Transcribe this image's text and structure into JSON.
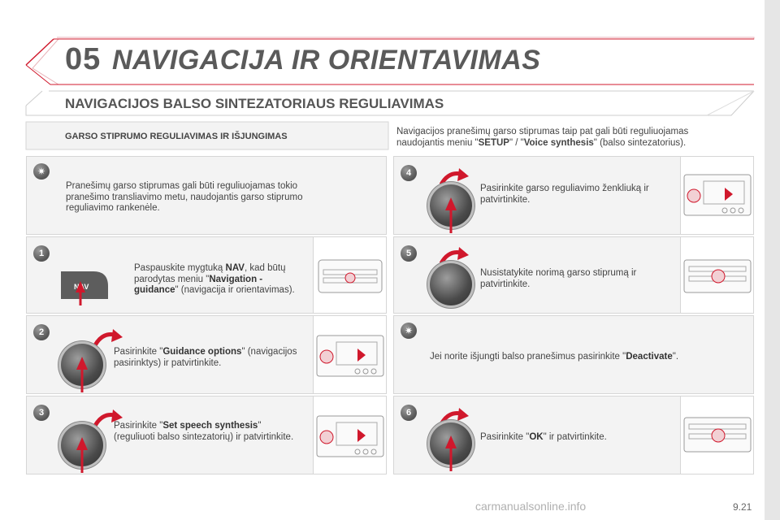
{
  "header": {
    "chapter_number": "05",
    "chapter_title": "NAVIGACIJA IR ORIENTAVIMAS",
    "section_title": "NAVIGACIJOS BALSO SINTEZATORIAUS REGULIAVIMAS"
  },
  "volume": {
    "subtitle": "GARSO STIPRUMO REGULIAVIMAS IR IŠJUNGIMAS",
    "intro_a": "Navigacijos pranešimų garso stiprumas taip pat gali būti reguliuojamas naudojantis meniu \"",
    "intro_setup": "SETUP",
    "intro_b": "\" / \"",
    "intro_voice": "Voice synthesis",
    "intro_c": "\" (balso sintezatorius)."
  },
  "tip_top": {
    "text": "Pranešimų garso stiprumas gali būti reguliuojamas tokio pranešimo transliavimo metu, naudojantis garso stiprumo reguliavimo rankenėle."
  },
  "steps": {
    "s1": {
      "number": "1",
      "btn_label": "NAV",
      "a": "Paspauskite mygtuką ",
      "b1": "NAV",
      "c": ", kad būtų parodytas meniu \"",
      "b2": "Navigation - guidance",
      "d": "\" (navigacija ir orientavimas)."
    },
    "s2": {
      "number": "2",
      "a": "Pasirinkite \"",
      "b1": "Guidance options",
      "c": "\" (navigacijos pasirinktys) ir patvirtinkite."
    },
    "s3": {
      "number": "3",
      "a": "Pasirinkite \"",
      "b1": "Set speech synthesis",
      "c": "\" (reguliuoti balso sintezatorių) ir patvirtinkite."
    },
    "s4": {
      "number": "4",
      "text": "Pasirinkite garso reguliavimo ženkliuką ir patvirtinkite."
    },
    "s5": {
      "number": "5",
      "text": "Nusistatykite norimą garso stiprumą ir patvirtinkite."
    },
    "tip_mid": {
      "a": "Jei norite išjungti balso pranešimus pasirinkite \"",
      "b1": "Deactivate",
      "c": "\"."
    },
    "s6": {
      "number": "6",
      "a": "Pasirinkite \"",
      "b1": "OK",
      "c": "\" ir patvirtinkite."
    }
  },
  "footer": {
    "page_number": "9.21",
    "watermark": "carmanualsonline.info"
  },
  "colors": {
    "accent_red": "#d0182c",
    "panel_bg": "#f3f3f3",
    "border": "#d6d6d6"
  },
  "icons": [
    "tip-icon",
    "rotate-arrow-icon",
    "press-arrow-icon",
    "radio-unit-icon"
  ]
}
